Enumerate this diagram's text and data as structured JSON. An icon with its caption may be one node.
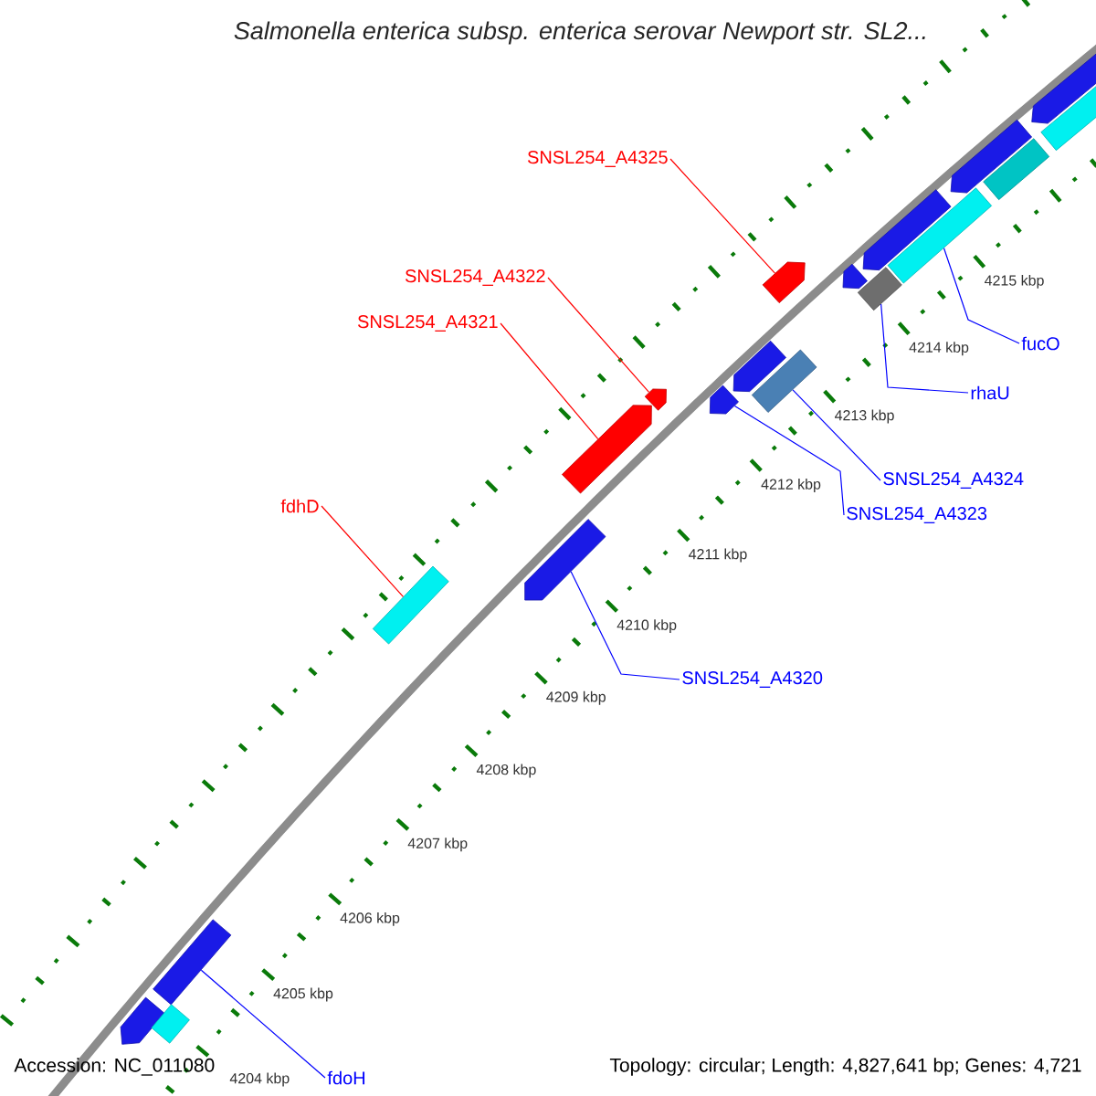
{
  "diagram": {
    "title": "Salmonella enterica subsp. enterica serovar Newport str. SL2...",
    "nodes": [
      {
        "text": [
          "SNSL254_A4325"
        ]
      },
      {
        "text": [
          "SNSL254_A4322"
        ]
      },
      {
        "text": [
          "SNSL254_A4321"
        ]
      },
      {
        "text": [
          "fdhD"
        ]
      },
      {
        "text": [
          "fucO"
        ]
      },
      {
        "text": [
          "rhaU"
        ]
      },
      {
        "text": [
          "SNSL254_A4324"
        ]
      },
      {
        "text": [
          "SNSL254_A4323"
        ]
      },
      {
        "text": [
          "SNSL254_A4320"
        ]
      },
      {
        "text": [
          "fdoH"
        ]
      },
      {
        "text": [],
        "shape": "pentagon"
      },
      {
        "text": [],
        "shape": "pentagon"
      },
      {
        "text": [],
        "shape": "pentagon"
      },
      {
        "text": [],
        "shape": "box"
      },
      {
        "text": [],
        "shape": "box"
      },
      {
        "text": [],
        "shape": "box"
      },
      {
        "text": [],
        "shape": "box"
      },
      {
        "text": [],
        "shape": "pentagon"
      },
      {
        "text": [],
        "shape": "pentagon"
      },
      {
        "text": [],
        "shape": "box"
      },
      {
        "text": [],
        "shape": "pentagon"
      },
      {
        "text": [],
        "shape": "pentagon"
      },
      {
        "text": [],
        "shape": "pentagon"
      },
      {
        "text": [],
        "shape": "pentagon"
      },
      {
        "text": [],
        "shape": "pentagon"
      },
      {
        "text": [],
        "shape": "box"
      },
      {
        "text": [],
        "shape": "box"
      },
      {
        "text": [],
        "shape": "pentagon"
      },
      {
        "text": [],
        "shape": "box"
      }
    ],
    "edges": [
      {
        "from": 0,
        "to": 10,
        "arrow": "none",
        "color": "#ff0000"
      },
      {
        "from": 1,
        "to": 11,
        "arrow": "none",
        "color": "#ff0000"
      },
      {
        "from": 2,
        "to": 12,
        "arrow": "none",
        "color": "#ff0000"
      },
      {
        "from": 3,
        "to": 13,
        "arrow": "none",
        "color": "#ff0000"
      },
      {
        "from": 4,
        "to": 14,
        "arrow": "none"
      },
      {
        "from": 5,
        "to": 15,
        "arrow": "none"
      },
      {
        "from": 6,
        "to": 16,
        "arrow": "none"
      },
      {
        "from": 7,
        "to": 17,
        "arrow": "none"
      },
      {
        "from": 8,
        "to": 18,
        "arrow": "none"
      },
      {
        "from": 9,
        "to": 19,
        "arrow": "none"
      }
    ],
    "labels": [
      "4215 kbp",
      "4214 kbp",
      "4213 kbp",
      "4212 kbp",
      "4211 kbp",
      "4210 kbp",
      "4209 kbp",
      "4208 kbp",
      "4207 kbp",
      "4206 kbp",
      "4205 kbp",
      "4204 kbp",
      "Accession: NC_011080",
      "Topology: circular; Length: 4,827,641 bp; Genes: 4,721"
    ]
  }
}
